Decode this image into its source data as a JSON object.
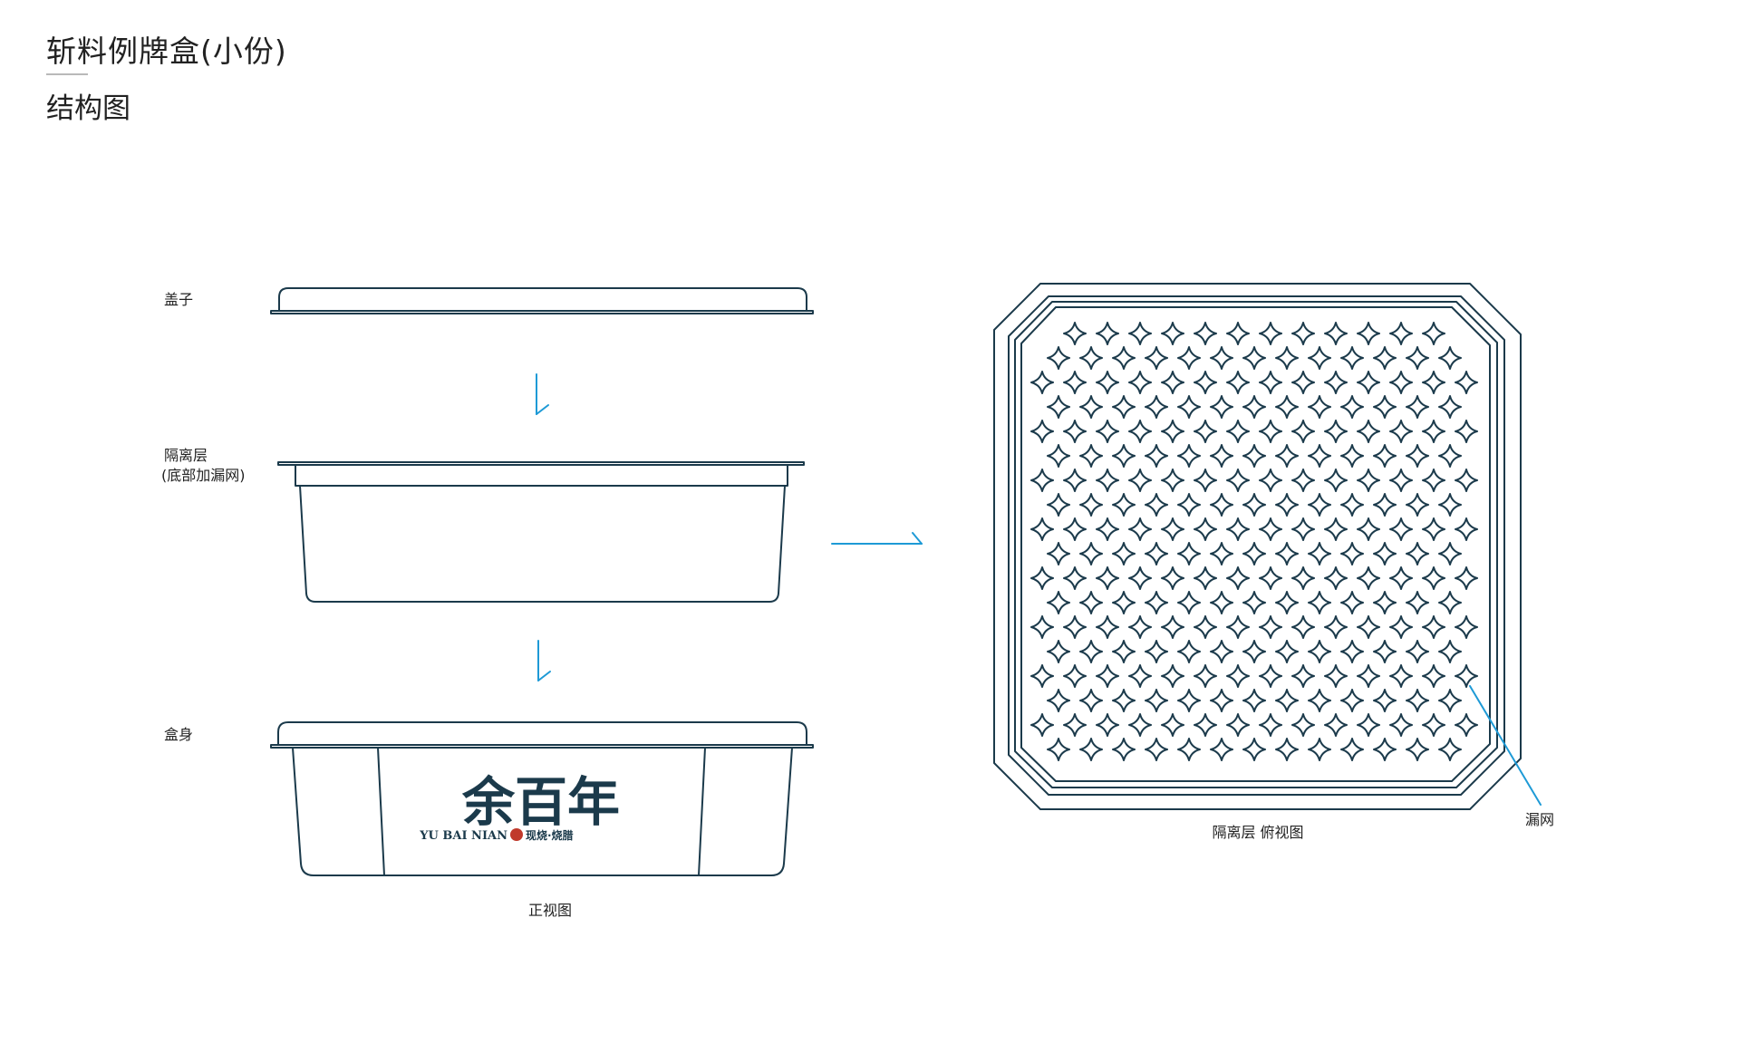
{
  "header": {
    "title": "斩料例牌盒(小份)",
    "subtitle": "结构图"
  },
  "parts": {
    "lid": "盖子",
    "separator": "隔离层",
    "separator_note": "(底部加漏网)",
    "body": "盒身"
  },
  "views": {
    "front": "正视图",
    "top": "隔离层 俯视图"
  },
  "callout": {
    "mesh": "漏网"
  },
  "brand": {
    "name": "余百年",
    "pinyin": "YU BAI NIAN",
    "slogan": "现烧·烧腊"
  },
  "colors": {
    "outline": "#1b3a4b",
    "arrow": "#1e9ad6"
  }
}
